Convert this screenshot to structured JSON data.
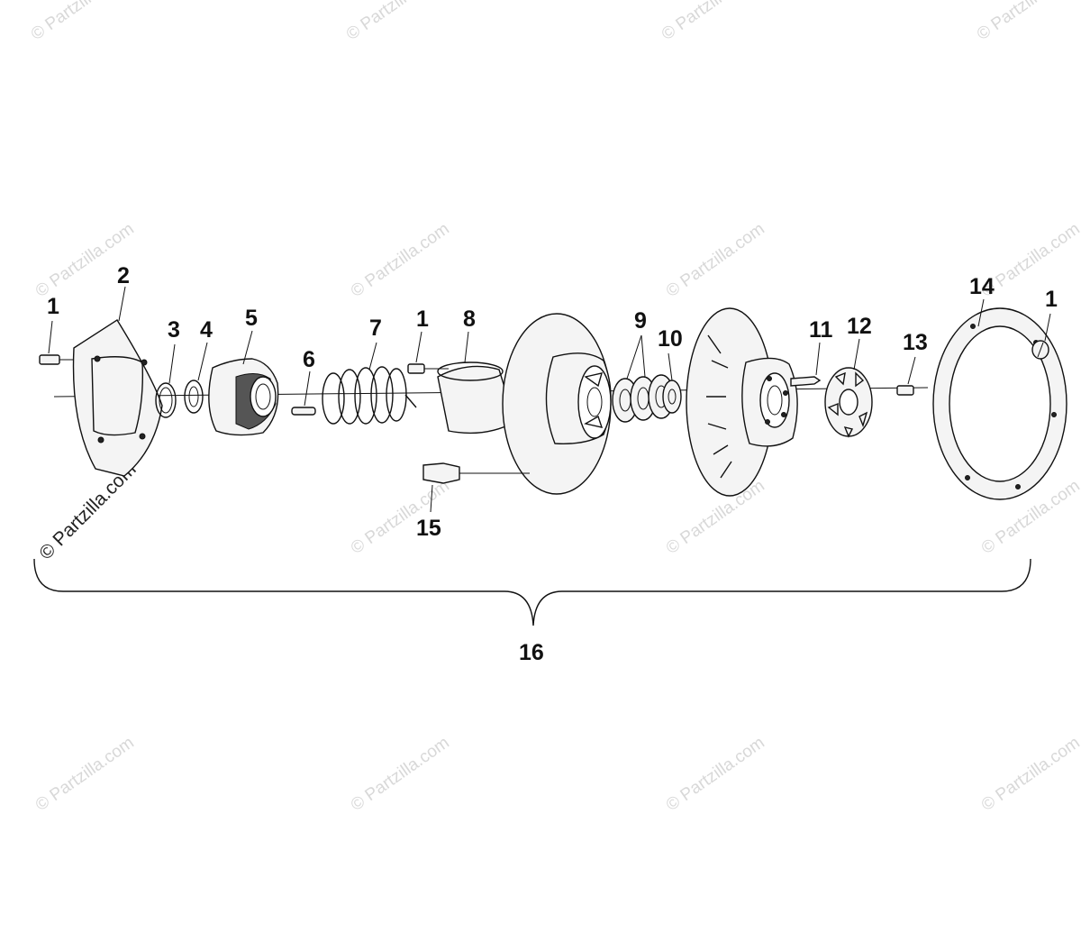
{
  "watermark": {
    "text": "© Partzilla.com",
    "primary_text": "© Partzilla.com"
  },
  "callouts": {
    "c1a": "1",
    "c2": "2",
    "c3": "3",
    "c4": "4",
    "c5": "5",
    "c6": "6",
    "c7": "7",
    "c1b": "1",
    "c8": "8",
    "c9": "9",
    "c10": "10",
    "c11": "11",
    "c12": "12",
    "c13": "13",
    "c14": "14",
    "c1c": "1",
    "c15": "15",
    "c16": "16"
  }
}
